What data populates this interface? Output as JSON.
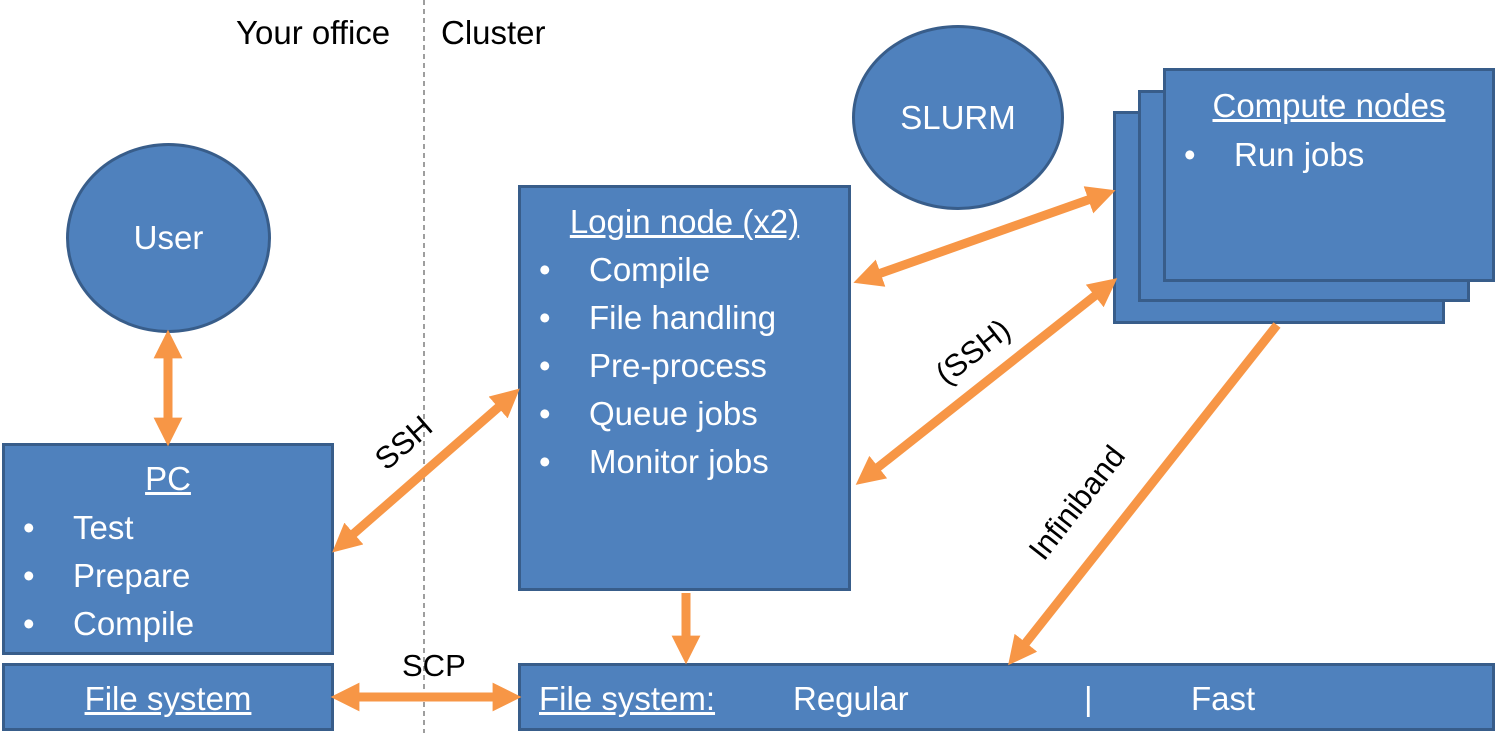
{
  "header": {
    "left_label": "Your office",
    "right_label": "Cluster"
  },
  "user": {
    "label": "User"
  },
  "slurm": {
    "label": "SLURM"
  },
  "pc": {
    "title": "PC",
    "items": [
      "Test",
      "Prepare",
      "Compile"
    ]
  },
  "local_fs": {
    "title": "File system"
  },
  "login": {
    "title": "Login node (x2)",
    "items": [
      "Compile",
      "File handling",
      "Pre-process",
      "Queue jobs",
      "Monitor jobs"
    ]
  },
  "compute": {
    "title": "Compute nodes",
    "items": [
      "Run jobs"
    ]
  },
  "cluster_fs": {
    "title": "File system:",
    "regular": "Regular",
    "separator": "|",
    "fast": "Fast"
  },
  "connections": {
    "ssh": "SSH",
    "ssh_compute": "(SSH)",
    "infiniband": "Infiniband",
    "scp": "SCP"
  },
  "colors": {
    "box_fill": "#4f81bd",
    "box_border": "#385d8a",
    "arrow": "#f79646",
    "divider": "#7f7f7f"
  }
}
